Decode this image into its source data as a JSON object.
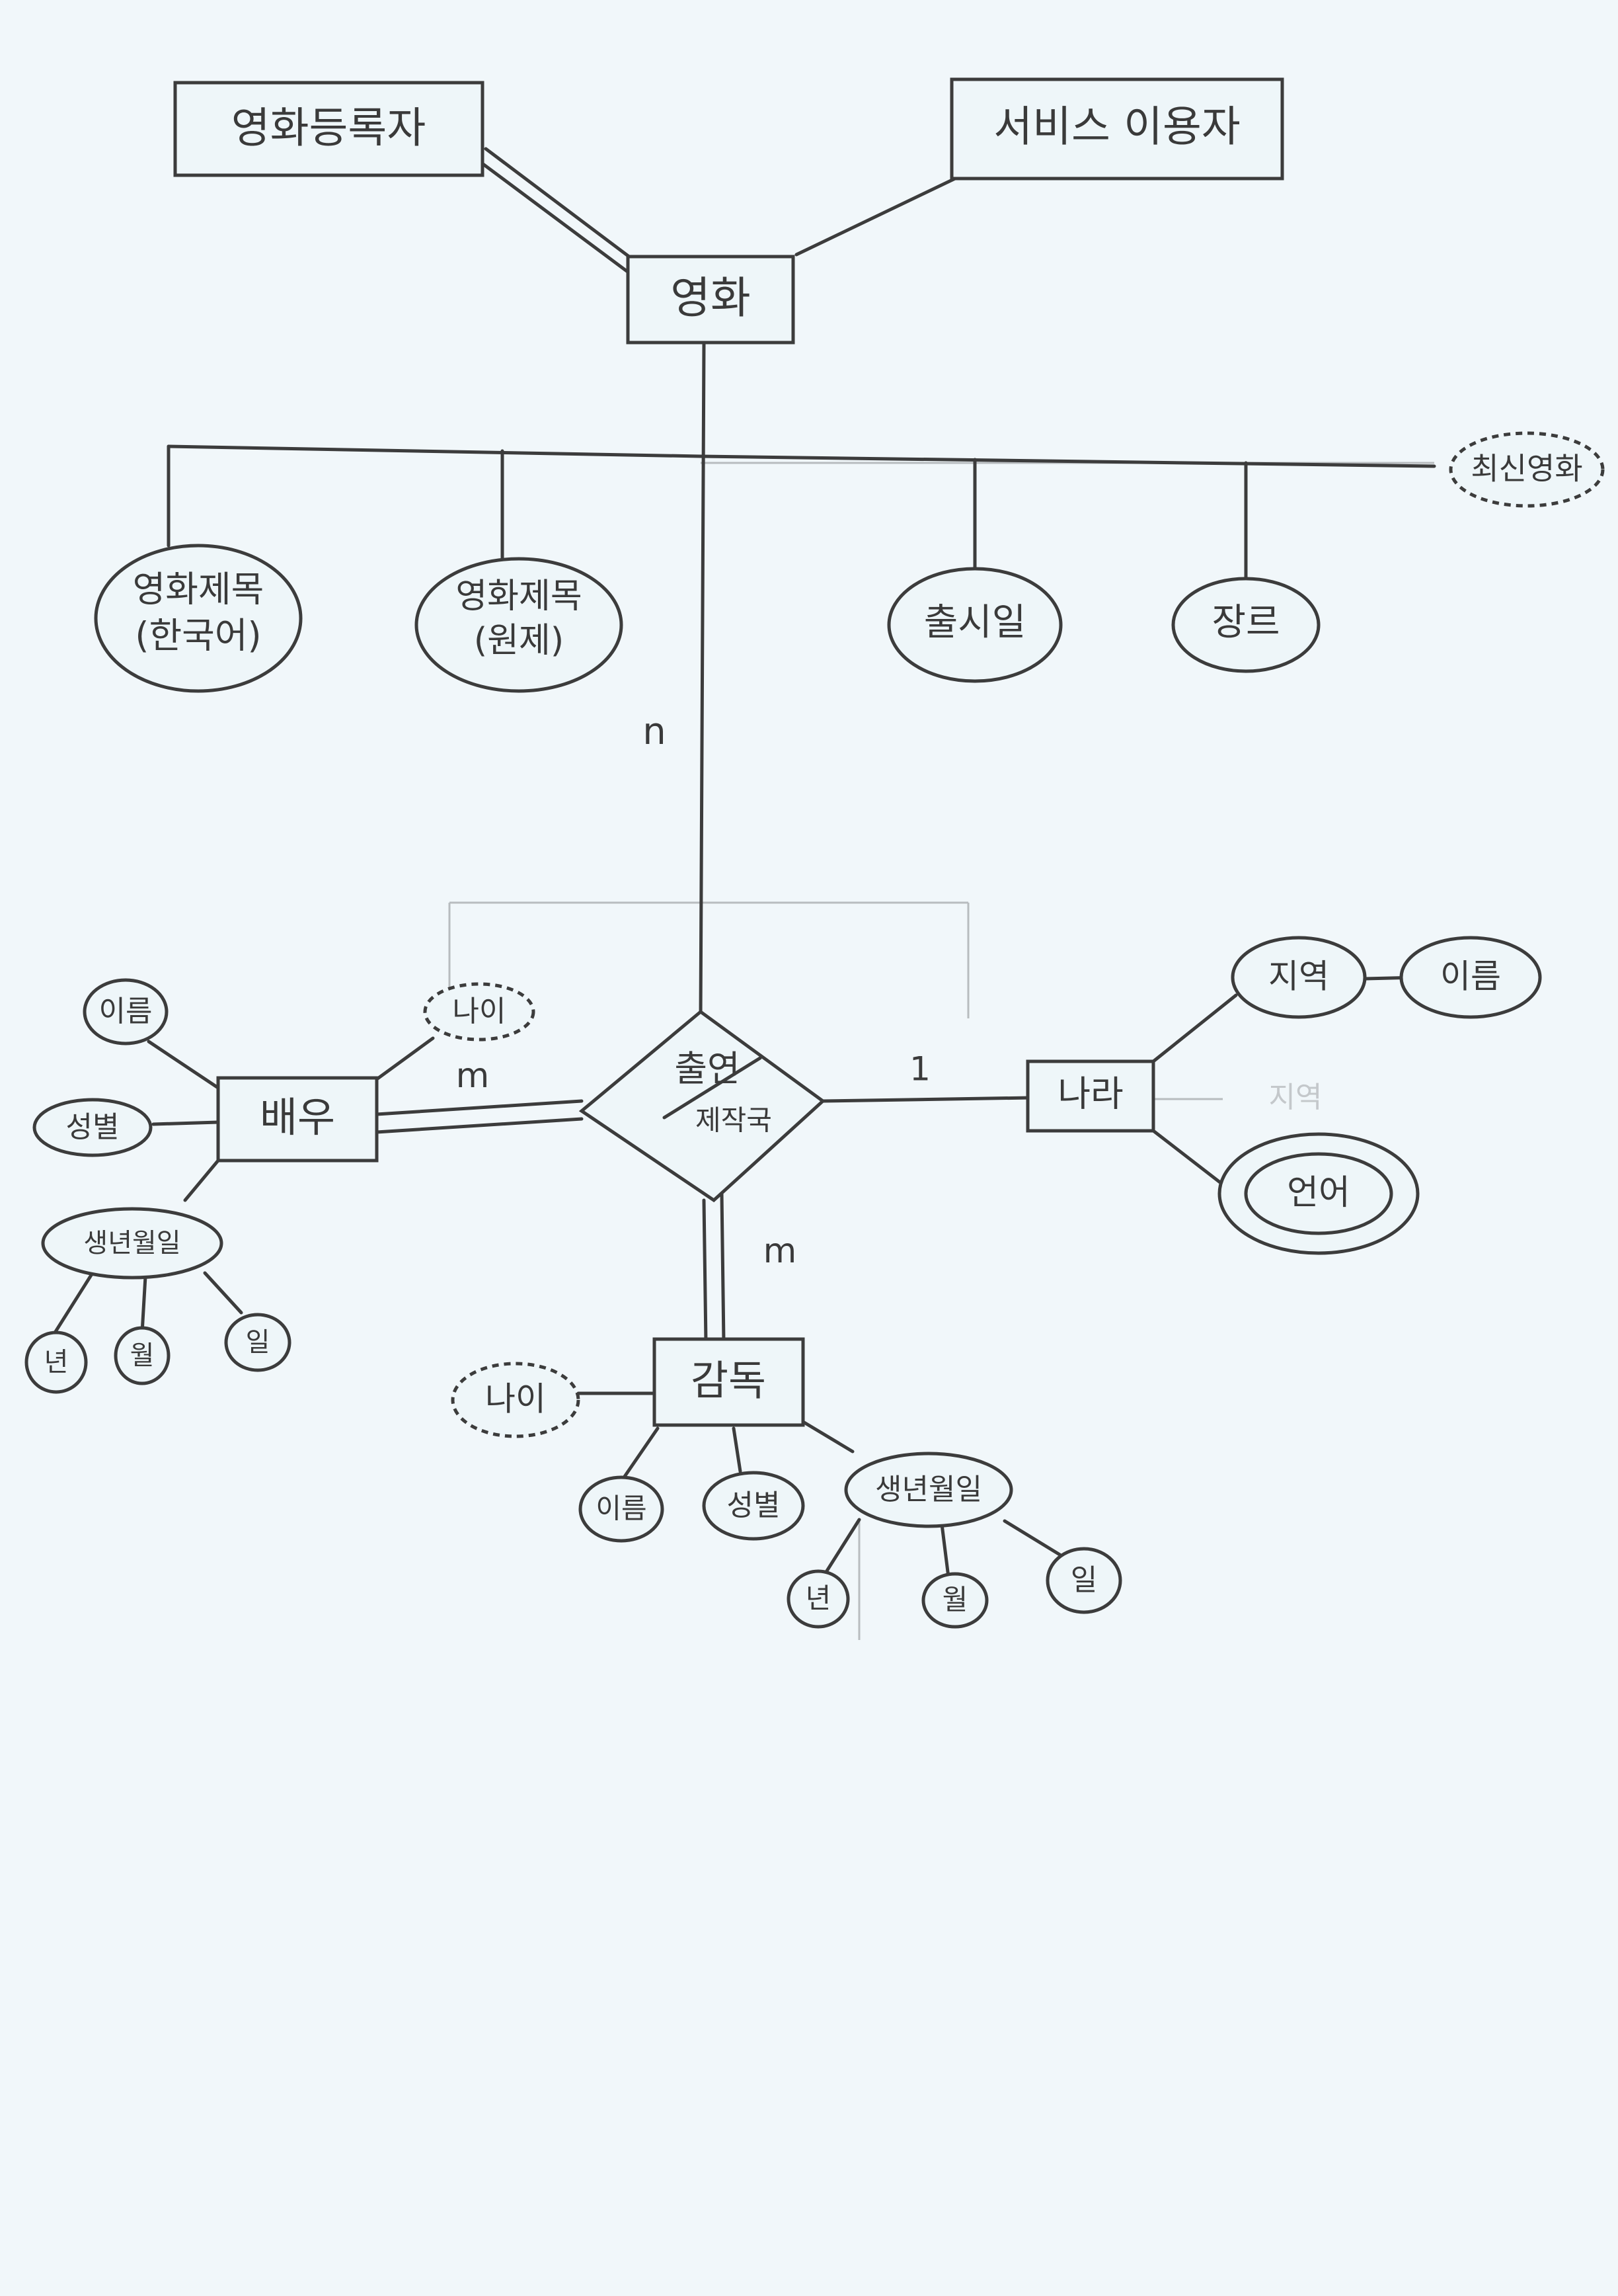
{
  "entities": {
    "movie_registrant": "영화등록자",
    "service_user": "서비스 이용자",
    "movie": "영화",
    "actor": "배우",
    "country": "나라",
    "director": "감독"
  },
  "relationship": {
    "line1": "출연",
    "line2": "제작국"
  },
  "movie_attributes": {
    "title_korean_line1": "영화제목",
    "title_korean_line2": "(한국어)",
    "title_original_line1": "영화제목",
    "title_original_line2": "(원제)",
    "release_date": "출시일",
    "genre": "장르",
    "latest_movie": "최신영화"
  },
  "actor_attributes": {
    "name": "이름",
    "age": "나이",
    "gender": "성별",
    "birth_date": "생년월일",
    "year": "년",
    "month": "월",
    "day": "일"
  },
  "country_attributes": {
    "region": "지역",
    "region_name": "이름",
    "language": "언어",
    "faint_region": "지역"
  },
  "director_attributes": {
    "age": "나이",
    "name": "이름",
    "gender": "성별",
    "birth_date": "생년월일",
    "year": "년",
    "month": "월",
    "day": "일"
  },
  "cardinality": {
    "movie_side": "n",
    "actor_side": "m",
    "director_side": "m",
    "country_side": "1"
  }
}
